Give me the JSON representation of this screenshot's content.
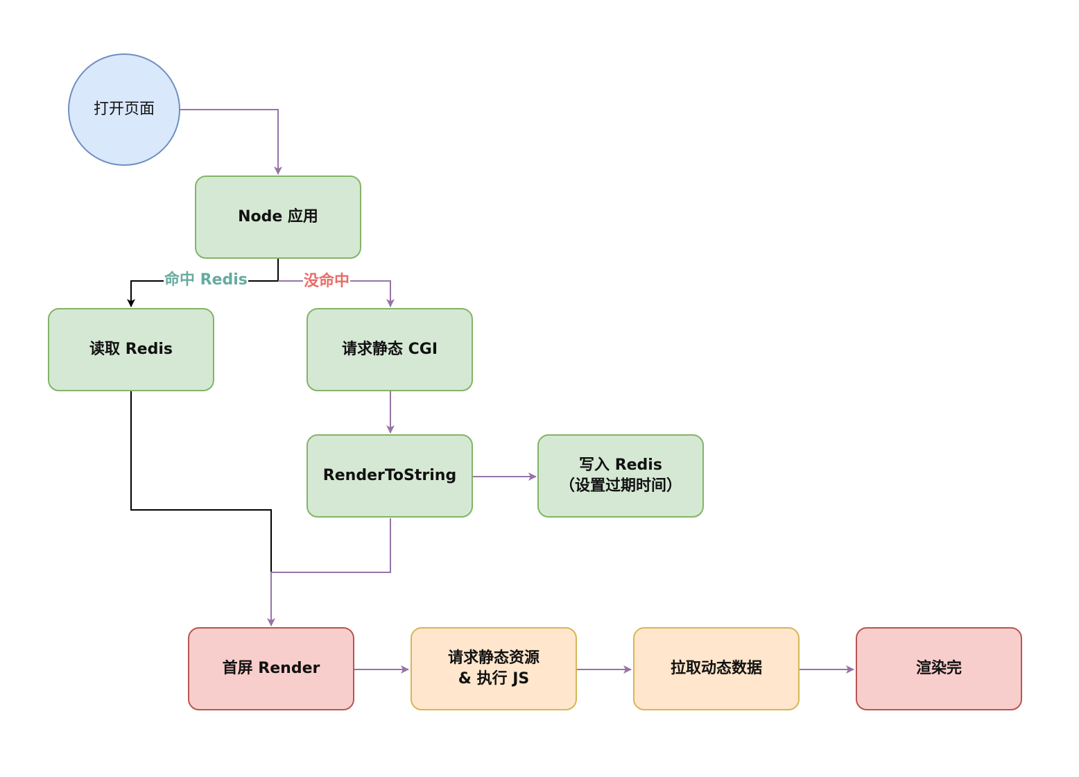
{
  "colors": {
    "start_fill": "#dae8fc",
    "start_stroke": "#6c8ebf",
    "green_fill": "#d5e8d4",
    "green_stroke": "#82b366",
    "red_fill": "#f8cecc",
    "red_stroke": "#b85450",
    "orange_fill": "#ffe6cc",
    "orange_stroke": "#d6b656",
    "arrow_purple": "#9673a6",
    "arrow_black": "#000000",
    "hit_label_color": "#67ab9f",
    "miss_label_color": "#ea6b66"
  },
  "nodes": {
    "open_page": "打开页面",
    "node_app": "Node 应用",
    "read_redis": "读取 Redis",
    "request_static_cgi": "请求静态 CGI",
    "render_to_string": "RenderToString",
    "write_redis": "写入 Redis\n（设置过期时间）",
    "first_screen_render": "首屏 Render",
    "request_static_resources": "请求静态资源\n& 执行 JS",
    "fetch_dynamic_data": "拉取动态数据",
    "render_done": "渲染完"
  },
  "edge_labels": {
    "hit_redis": "命中 Redis",
    "miss": "没命中"
  }
}
